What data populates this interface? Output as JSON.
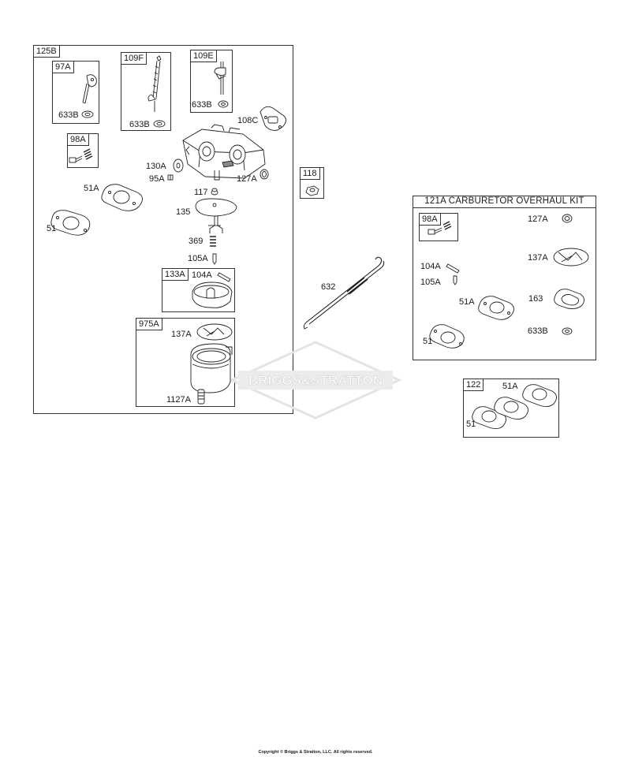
{
  "groups": {
    "g125B": "125B",
    "g97A": "97A",
    "g109F": "109F",
    "g109E": "109E",
    "g98A": "98A",
    "g133A": "133A",
    "g975A": "975A",
    "g118": "118",
    "g121A_tag": "121A",
    "g121A_title": "121A CARBURETOR OVERHAUL KIT",
    "g98A_kit": "98A",
    "g122": "122"
  },
  "labels": {
    "l633B_a": "633B",
    "l633B_b": "633B",
    "l633B_c": "633B",
    "l108C": "108C",
    "l130A": "130A",
    "l95A": "95A",
    "l127A": "127A",
    "l51A": "51A",
    "l51": "51",
    "l117": "117",
    "l135": "135",
    "l369": "369",
    "l105A": "105A",
    "l104A": "104A",
    "l137A": "137A",
    "l1127A": "1127A",
    "l632": "632",
    "k127A": "127A",
    "k104A": "104A",
    "k137A": "137A",
    "k105A": "105A",
    "k51A": "51A",
    "k163": "163",
    "k51": "51",
    "k633B": "633B",
    "r51A": "51A",
    "r51": "51"
  },
  "watermark": "BRIGGS&STRATTON",
  "copyright": "Copyright © Briggs & Stratton, LLC. All rights reserved."
}
